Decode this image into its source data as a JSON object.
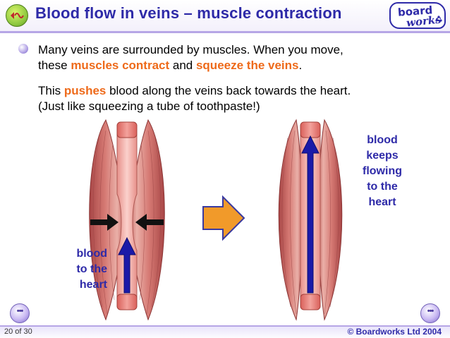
{
  "header": {
    "title": "Blood flow in veins – muscle contraction",
    "logo_line1": "board",
    "logo_line2": "works"
  },
  "body": {
    "p1_a": "Many veins are surrounded by muscles. When you move,",
    "p1_b": "these ",
    "p1_hl1": "muscles contract",
    "p1_c": " and ",
    "p1_hl2": "squeeze the veins",
    "p1_d": ".",
    "p2_a": "This ",
    "p2_hl": "pushes",
    "p2_b": " blood along the veins back towards the heart.",
    "p2_c": "(Just like squeezing a tube of toothpaste!)"
  },
  "diagram": {
    "left_label": [
      "blood",
      "to the",
      "heart"
    ],
    "right_label": [
      "blood",
      "keeps",
      "flowing",
      "to the",
      "heart"
    ]
  },
  "footer": {
    "page_indicator": "20 of 30",
    "copyright": "© Boardworks Ltd 2004",
    "prev_glyph": "•••",
    "next_glyph": "•••"
  },
  "colors": {
    "title_blue": "#2e2aa8",
    "highlight_orange": "#ee6a1a",
    "muscle_red": "#c95f5f",
    "vein_pink": "#f6b5b0",
    "arrow_blue": "#1a1aa8"
  }
}
